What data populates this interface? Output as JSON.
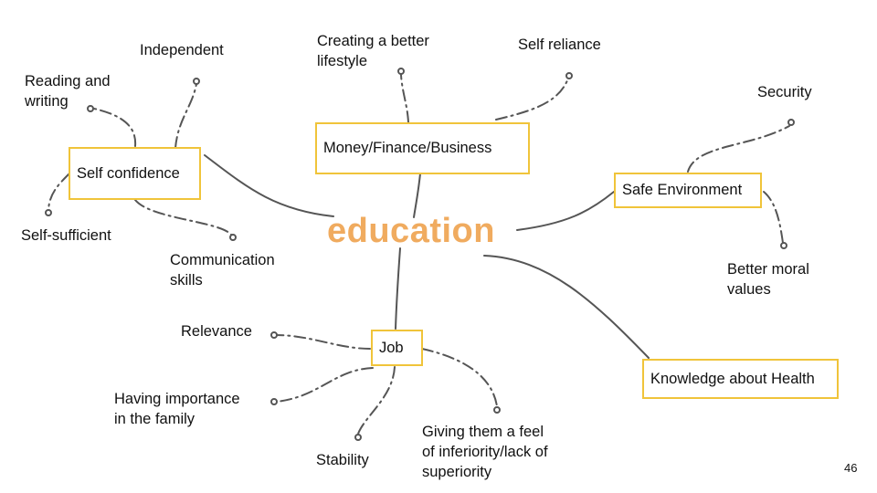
{
  "theme": {
    "accent": "#f0ab5f",
    "box_border": "#f0c43a",
    "line": "#555555"
  },
  "center": {
    "label": "education"
  },
  "branches": {
    "self_confidence": {
      "label": "Self confidence",
      "leaves": {
        "independent": "Independent",
        "reading": "Reading and\nwriting",
        "self_sufficient": "Self-sufficient",
        "communication": "Communication\nskills"
      }
    },
    "money": {
      "label": "Money/Finance/Business",
      "leaves": {
        "better_lifestyle": "Creating a better\nlifestyle",
        "self_reliance": "Self reliance"
      }
    },
    "safe_env": {
      "label": "Safe Environment",
      "leaves": {
        "security": "Security",
        "moral": "Better moral\nvalues"
      }
    },
    "job": {
      "label": "Job",
      "leaves": {
        "relevance": "Relevance",
        "importance": "Having importance\nin the family",
        "stability": "Stability",
        "inferiority": "Giving them a feel\nof inferiority/lack of\nsuperiority"
      }
    },
    "health": {
      "label": "Knowledge about Health"
    }
  },
  "page_number": "46"
}
